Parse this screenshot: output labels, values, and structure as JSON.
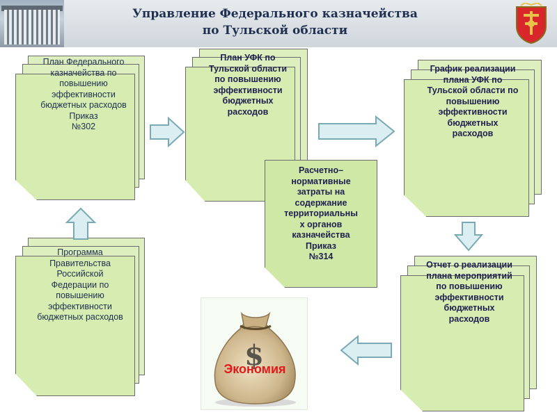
{
  "header": {
    "title_line1": "Управление Федерального казначейства",
    "title_line2": "по Тульской области"
  },
  "nodes": {
    "plan_federal": "План Федерального\nказначейства по\nповышению\nэффективности\nбюджетных расходов\nПриказ\n№302",
    "program_gov": "Программа\nПравительства\nРоссийской\nФедерации по\nповышению\nэффективности\nбюджетных расходов",
    "plan_ufk": "План УФК по\nТульской области\nпо повышению\nэффективности\nбюджетных\nрасходов",
    "norm_costs": "Расчетно–\nнормативные\nзатраты на\nсодержание\nтерриториальны\nх органов\nказначейства\nПриказ\n№314",
    "schedule": "График реализации\nплана УФК по\nТульской области по\nповышению\nэффективности\nбюджетных\nрасходов",
    "report": "Отчет о реализации\nплана мероприятий\nпо повышению\nэффективности\nбюджетных\nрасходов",
    "economy": "Экономия"
  },
  "colors": {
    "sheet_fill": "#d6ecb1",
    "arrow_fill": "#dbeff3",
    "arrow_stroke": "#79a9b3",
    "economy_text": "#e0191b",
    "title_text": "#1f2f50"
  }
}
